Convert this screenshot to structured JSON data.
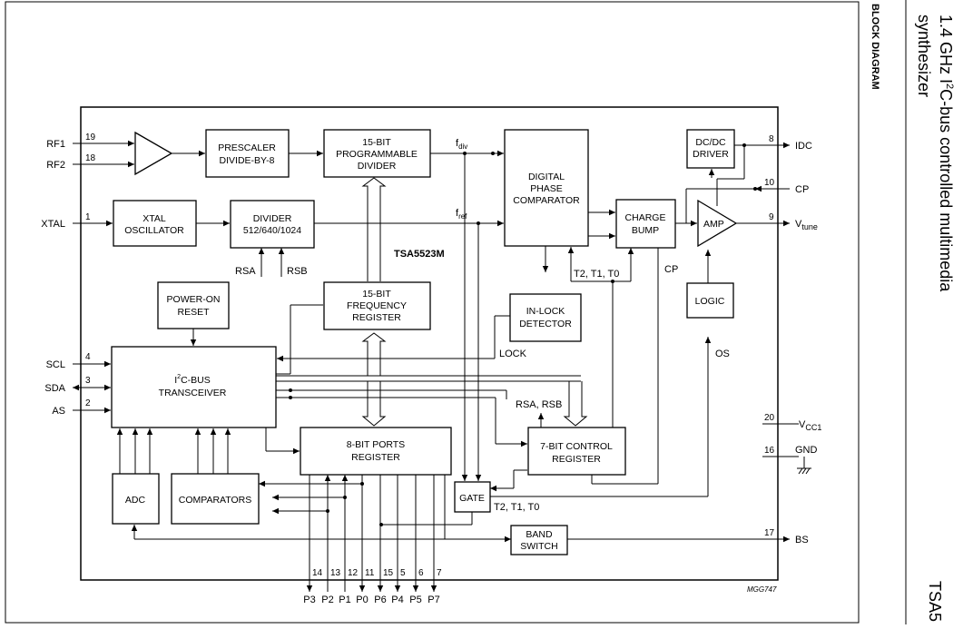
{
  "header": {
    "title_line1_pre": "1.4 GHz I",
    "title_line1_sup": "2",
    "title_line1_post": "C-bus controlled multimedia",
    "title_line2": "synthesizer",
    "section": "BLOCK DIAGRAM",
    "doc_code": "TSA5"
  },
  "diagram": {
    "chip_name": "TSA5523M",
    "figure_id": "MGG747",
    "blocks": {
      "prescaler": [
        "PRESCALER",
        "DIVIDE-BY-8"
      ],
      "prog_div": [
        "15-BIT",
        "PROGRAMMABLE",
        "DIVIDER"
      ],
      "phase_comp": [
        "DIGITAL",
        "PHASE",
        "COMPARATOR"
      ],
      "dcdc": [
        "DC/DC",
        "DRIVER"
      ],
      "xtal_osc": [
        "XTAL",
        "OSCILLATOR"
      ],
      "divider": [
        "DIVIDER",
        "512/640/1024"
      ],
      "charge_bump": [
        "CHARGE",
        "BUMP"
      ],
      "amp": "AMP",
      "power_on": [
        "POWER-ON",
        "RESET"
      ],
      "freq_reg": [
        "15-BIT",
        "FREQUENCY",
        "REGISTER"
      ],
      "in_lock": [
        "IN-LOCK",
        "DETECTOR"
      ],
      "logic": "LOGIC",
      "i2c_pre": "I",
      "i2c_sup": "2",
      "i2c_post": "C-BUS",
      "i2c_line2": "TRANSCEIVER",
      "ports_reg": [
        "8-BIT PORTS",
        "REGISTER"
      ],
      "control_reg": [
        "7-BIT CONTROL",
        "REGISTER"
      ],
      "adc": "ADC",
      "comparators": "COMPARATORS",
      "gate": "GATE",
      "band_switch": [
        "BAND",
        "SWITCH"
      ]
    },
    "signals": {
      "fdiv_main": "f",
      "fdiv_sub": "div",
      "fref_main": "f",
      "fref_sub": "ref",
      "rsa": "RSA",
      "rsb": "RSB",
      "t_bits_top": "T2, T1, T0",
      "cp": "CP",
      "lock": "LOCK",
      "os": "OS",
      "rsa_rsb": "RSA, RSB",
      "t_bits_gate": "T2, T1, T0"
    },
    "pins_left": [
      {
        "name": "RF1",
        "num": "19"
      },
      {
        "name": "RF2",
        "num": "18"
      },
      {
        "name": "XTAL",
        "num": "1"
      },
      {
        "name": "SCL",
        "num": "4"
      },
      {
        "name": "SDA",
        "num": "3"
      },
      {
        "name": "AS",
        "num": "2"
      }
    ],
    "pins_right": [
      {
        "name": "IDC",
        "num": "8"
      },
      {
        "name": "CP",
        "num": "10"
      },
      {
        "name_main": "V",
        "name_sub": "tune",
        "num": "9"
      },
      {
        "name_main": "V",
        "name_sub": "CC1",
        "num": "20"
      },
      {
        "name": "GND",
        "num": "16"
      },
      {
        "name": "BS",
        "num": "17"
      }
    ],
    "pins_bottom": [
      {
        "name": "P3",
        "num": "14"
      },
      {
        "name": "P2",
        "num": "13"
      },
      {
        "name": "P1",
        "num": "12"
      },
      {
        "name": "P0",
        "num": "11"
      },
      {
        "name": "P6",
        "num": "15"
      },
      {
        "name": "P4",
        "num": "5"
      },
      {
        "name": "P5",
        "num": "6"
      },
      {
        "name": "P7",
        "num": "7"
      }
    ]
  }
}
